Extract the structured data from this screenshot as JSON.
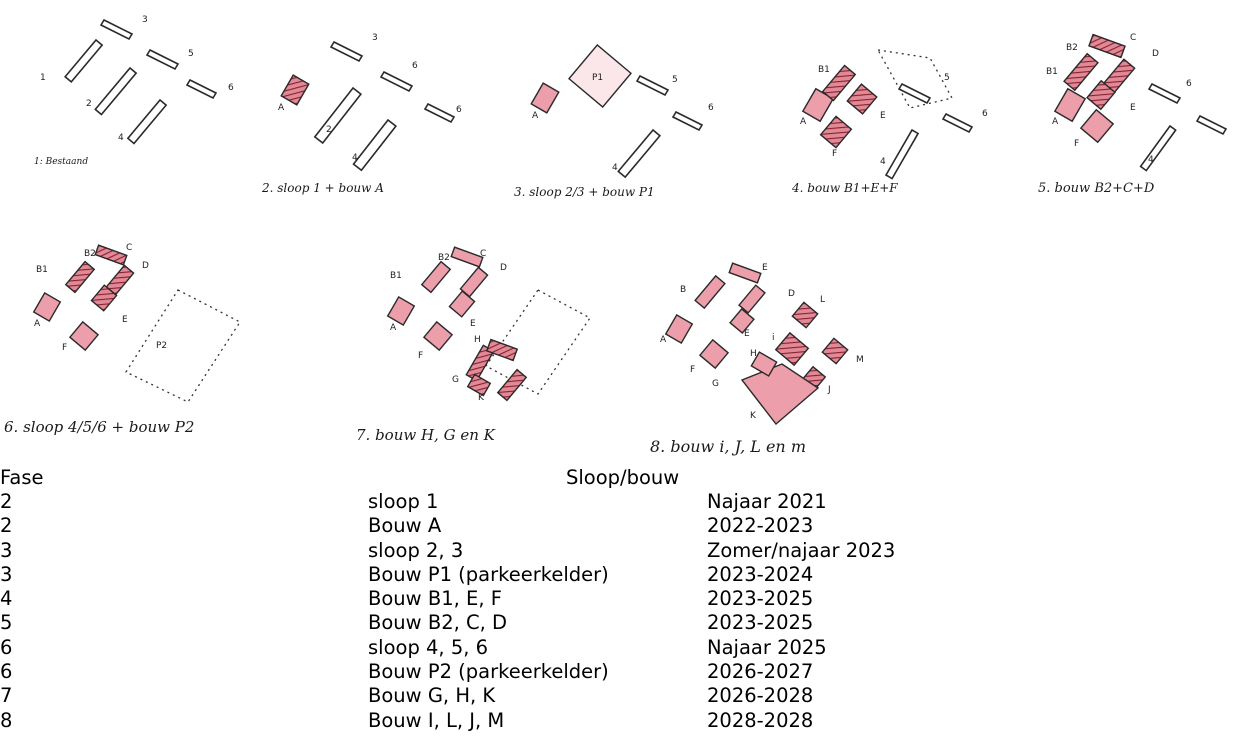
{
  "sketch_captions": {
    "p1": "1: Bestaand",
    "p2": "2. sloop 1 + bouw A",
    "p3": "3. sloop 2/3 + bouw P1",
    "p4": "4. bouw B1+E+F",
    "p5": "5. bouw B2+C+D",
    "p6": "6. sloop 4/5/6 + bouw P2",
    "p7": "7. bouw H, G en K",
    "p8": "8. bouw i, J, L en m"
  },
  "building_labels": {
    "existing": [
      "1",
      "2",
      "3",
      "4",
      "5",
      "6"
    ],
    "new": [
      "A",
      "B1",
      "B2",
      "C",
      "D",
      "E",
      "F",
      "G",
      "H",
      "i",
      "J",
      "K",
      "L",
      "M",
      "P1",
      "P2"
    ]
  },
  "table": {
    "header": {
      "col1": "Fase",
      "col2": "Sloop/bouw"
    },
    "rows": [
      {
        "fase": "2",
        "work": "sloop 1",
        "period": "Najaar 2021"
      },
      {
        "fase": "2",
        "work": "Bouw A",
        "period": "2022-2023"
      },
      {
        "fase": "3",
        "work": "sloop 2, 3",
        "period": "Zomer/najaar 2023"
      },
      {
        "fase": "3",
        "work": "Bouw P1 (parkeerkelder)",
        "period": "2023-2024"
      },
      {
        "fase": "4",
        "work": "Bouw B1, E, F",
        "period": "2023-2025"
      },
      {
        "fase": "5",
        "work": "Bouw B2, C, D",
        "period": "2023-2025"
      },
      {
        "fase": "6",
        "work": "sloop 4, 5, 6",
        "period": "Najaar 2025"
      },
      {
        "fase": "6",
        "work": "Bouw P2 (parkeerkelder)",
        "period": "2026-2027"
      },
      {
        "fase": "7",
        "work": "Bouw G, H, K",
        "period": "2026-2028"
      },
      {
        "fase": "8",
        "work": "Bouw I, L, J, M",
        "period": "2028-2028"
      }
    ]
  },
  "colors": {
    "new_fill": "#e8a2ad",
    "new_hatch": "#b8303f",
    "outline": "#2a2a2a"
  }
}
